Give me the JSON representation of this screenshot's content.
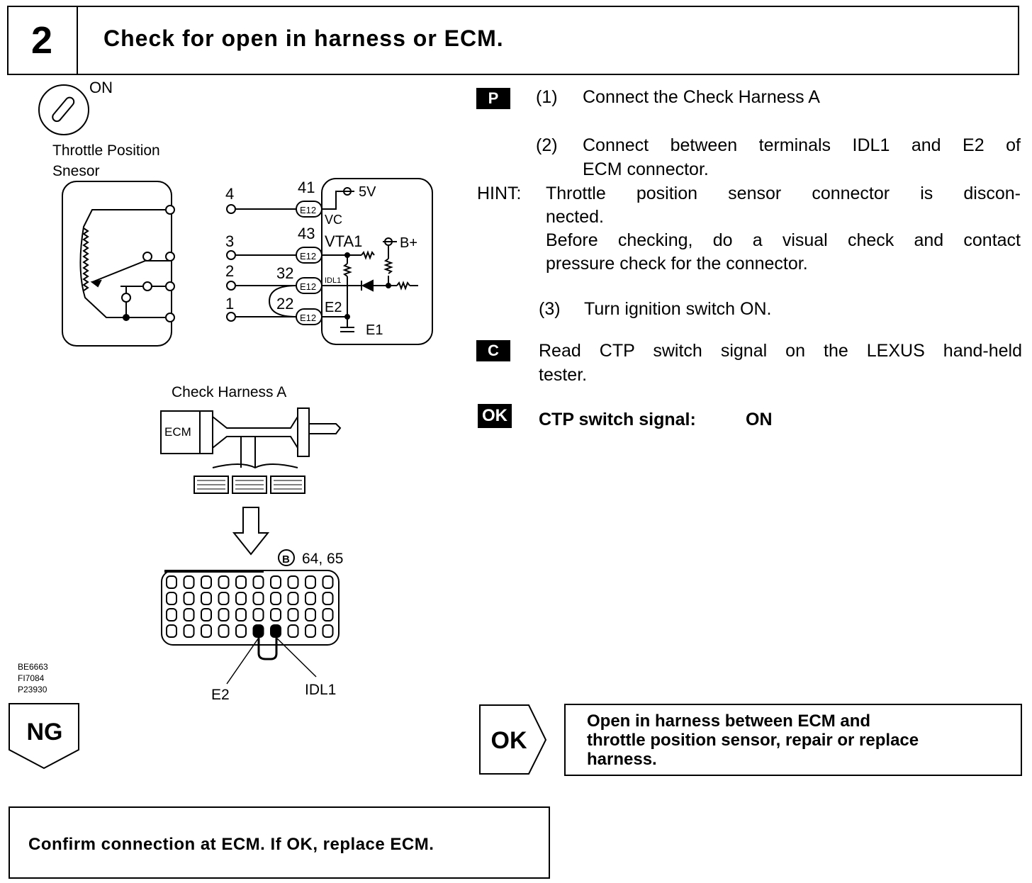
{
  "header": {
    "step_number": "2",
    "title": "Check for open in harness or ECM."
  },
  "diagram": {
    "ignition_label": "ON",
    "sensor_title_line1": "Throttle Position",
    "sensor_title_line2": "Snesor",
    "pins": [
      "4",
      "3",
      "2",
      "1"
    ],
    "ecm_pins": [
      "41",
      "43",
      "32",
      "22"
    ],
    "connector_tag": "E12",
    "labels": {
      "v5": "5V",
      "vc": "VC",
      "vta1": "VTA1",
      "bplus": "B+",
      "idl1_small": "IDL1",
      "e2": "E2",
      "e1": "E1"
    },
    "harness_title": "Check Harness A",
    "harness_ecm": "ECM",
    "connector_code": "64, 65",
    "connector_letter": "B",
    "connector_e2": "E2",
    "connector_idl1": "IDL1",
    "figure_codes": [
      "BE6663",
      "FI7084",
      "P23930"
    ]
  },
  "instructions": {
    "p_badge": "P",
    "step1_num": "(1)",
    "step1_text": "Connect the Check Harness A",
    "step2_num": "(2)",
    "step2_line1": "Connect between terminals IDL1 and E2 of",
    "step2_line2": "ECM connector.",
    "hint_label": "HINT:",
    "hint_line1": "Throttle position sensor connector is discon-",
    "hint_line2": "nected.",
    "hint_line3": "Before checking, do a visual check and contact",
    "hint_line4": "pressure check for the connector.",
    "step3_num": "(3)",
    "step3_text": "Turn ignition switch ON.",
    "c_badge": "C",
    "check_line1": "Read CTP switch signal on the LEXUS hand-held",
    "check_line2": "tester.",
    "ok_badge": "OK",
    "ok_label": "CTP switch signal:",
    "ok_value": "ON"
  },
  "results": {
    "ng_label": "NG",
    "ok_label": "OK",
    "ok_line1": "Open in harness between ECM and",
    "ok_line2": "throttle position sensor, repair or replace",
    "ok_line3": "harness.",
    "ng_action": "Confirm connection at ECM. If OK, replace ECM."
  }
}
